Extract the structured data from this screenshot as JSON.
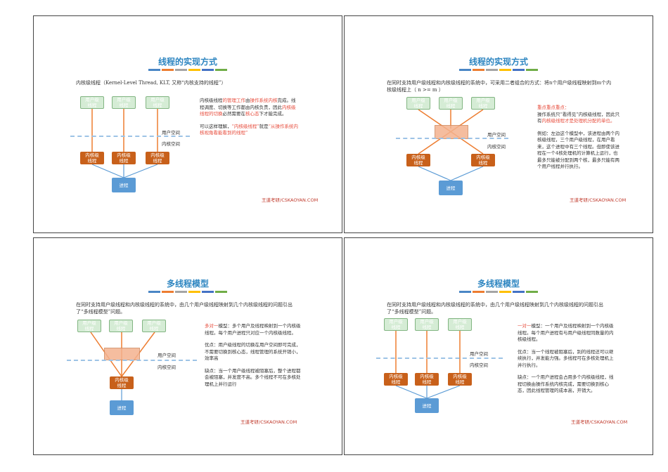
{
  "colors": {
    "title": "#2e86c1",
    "orange": "#ed7d31",
    "user_fill": "#d5ecd5",
    "kernel_fill": "#c8601a",
    "process_fill": "#5b9bd5",
    "highlight": "#e74c3c"
  },
  "title_bar_colors": [
    "#4a86c5",
    "#ed7d31",
    "#a5a5a5",
    "#ffc000",
    "#4472c4",
    "#70ad47"
  ],
  "watermark": "王道考研/CSKAOYAN.COM",
  "labels": {
    "user_space": "用户空间",
    "kernel_space": "内核空间",
    "user_thread": "用户级\n线程",
    "kernel_thread": "内核级\n线程",
    "process": "进程"
  },
  "slide1": {
    "title": "线程的实现方式",
    "intro": "内核级线程（Kernel-Level Thread, KLT, 又称“内核支持的线程”）",
    "para1": [
      "内核级线程",
      "的管理工作",
      "由",
      "操作系统内核",
      "完成。线程调度、切换等工作都由内核负责，因此",
      "内核级线程的切换",
      "必然需要在",
      "核心态",
      "下才能完成。"
    ],
    "para2": [
      "可以这样理解，",
      "“内核级线程”",
      "就是",
      "“从操作系统内核视角看能看到的线程”"
    ]
  },
  "slide2": {
    "title": "线程的实现方式",
    "intro": "在同时支持用户级线程和内核级线程的系统中，可采用二者组合的方式：将n个用户级线程映射到m个内核级线程上（ n >= m ）",
    "para1": [
      "重点重点重点：",
      "操作系统只“看得见”内核级线程，因此只有",
      "内核级线程才是处理机分配的单位。"
    ],
    "para2": "例如：左边这个模型中，该进程由两个内核级线程，三个用户级线程，在用户看来，这个进程中有三个线程。但即使该进程在一个4核处理机的计算机上运行，也最多只能被分配到两个核，最多只能有两个用户线程并行执行。"
  },
  "slide3": {
    "title": "多线程模型",
    "intro": "在同时支持用户级线程和内核级线程的系统中，由几个用户级线程映射到几个内核级线程的问题引出了“多线程模型”问题。",
    "para1": [
      "多对一",
      "模型：多个用户及线程映射到一个内核级线程。每个用户进程只对应一个内核级线程。"
    ],
    "para2": "优点：用户级线程的切换在用户空间即可完成，不需要切换到核心态，线程管理的系统开销小，效率高",
    "para3": "缺点：当一个用户级线程被阻塞后，整个进程都会被阻塞，并发度不高。多个线程不可在多核处理机上并行运行"
  },
  "slide4": {
    "title": "多线程模型",
    "intro": "在同时支持用户级线程和内核级线程的系统中，由几个用户级线程映射到几个内核级线程的问题引出了“多线程模型”问题。",
    "para1": [
      "一对一",
      "模型：一个用户及线程映射到一个内核级线程。每个用户进程有与用户级线程同数量的内核级线程。"
    ],
    "para2": "优点：当一个线程被阻塞后，别的线程还可以继续执行，并发能力强。多线程可在多核处理机上并行执行。",
    "para3": "缺点：一个用户进程会占用多个内核级线程，线程切换由操作系统内核完成，需要切换到核心态，因此线程管理的成本高，开销大。"
  }
}
